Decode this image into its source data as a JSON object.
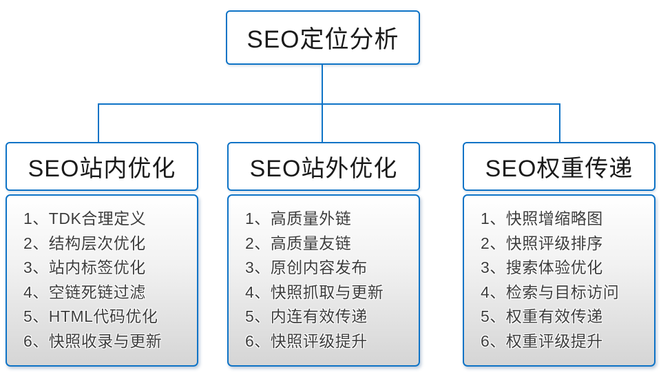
{
  "root": {
    "title": "SEO定位分析"
  },
  "columns": [
    {
      "title": "SEO站内优化",
      "items": [
        "1、TDK合理定义",
        "2、结构层次优化",
        "3、站内标签优化",
        "4、空链死链过滤",
        "5、HTML代码优化",
        "6、快照收录与更新"
      ]
    },
    {
      "title": "SEO站外优化",
      "items": [
        "1、高质量外链",
        "2、高质量友链",
        "3、原创内容发布",
        "4、快照抓取与更新",
        "5、内连有效传递",
        "6、快照评级提升"
      ]
    },
    {
      "title": "SEO权重传递",
      "items": [
        "1、快照增缩略图",
        "2、快照评级排序",
        "3、搜索体验优化",
        "4、检索与目标访问",
        "5、权重有效传递",
        "6、权重评级提升"
      ]
    }
  ],
  "colors": {
    "accent": "#0e73c6",
    "header_text": "#1a1a1a",
    "list_text": "#3d3d3d",
    "list_bg_top": "#ffffff",
    "list_bg_bottom": "#d5d5d5"
  }
}
